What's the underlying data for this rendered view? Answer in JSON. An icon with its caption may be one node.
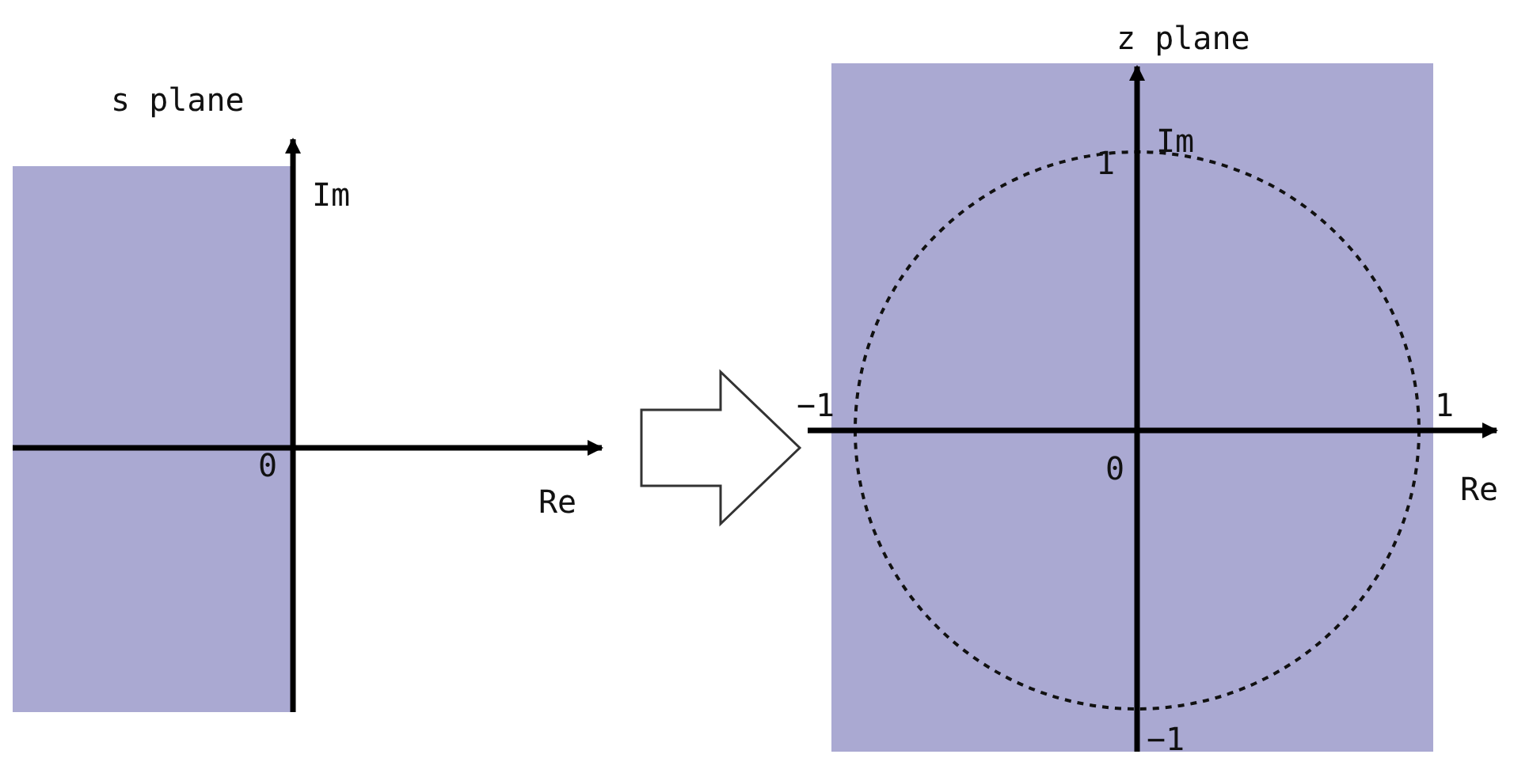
{
  "diagram": {
    "nodes": [
      {
        "text": [
          "s plane"
        ]
      },
      {
        "text": [
          "z plane"
        ]
      }
    ],
    "edges": [
      {
        "from": 0,
        "to": 1,
        "arrow": "to"
      }
    ],
    "labels": [
      "Im",
      "0",
      "Re",
      "1",
      "Im",
      "−1",
      "1",
      "0",
      "Re",
      "−1"
    ]
  }
}
